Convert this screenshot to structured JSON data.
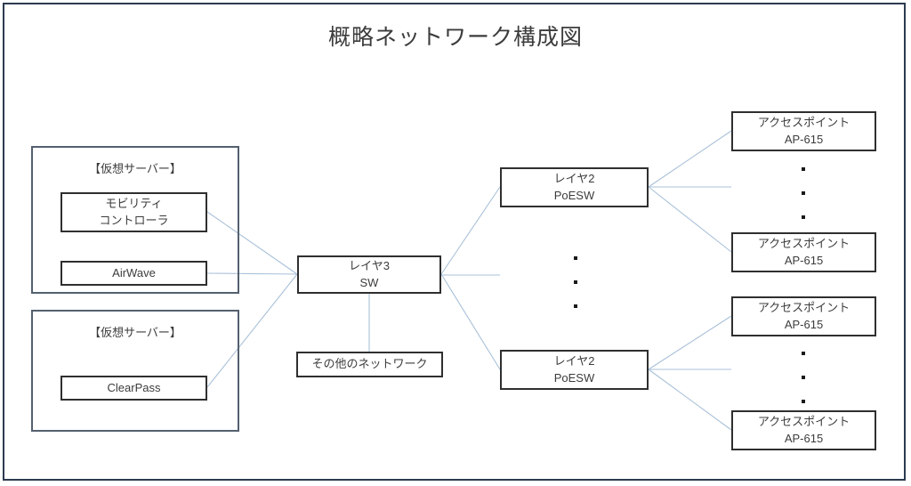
{
  "diagram": {
    "title": "概略ネットワーク構成図",
    "line_color": "#a9c1d8",
    "frame_color": "#2b3a4f",
    "group_border_color": "#53606f",
    "node_border_color": "#2f2f2f",
    "text_color": "#3c3c3c"
  },
  "groups": [
    {
      "label": "【仮想サーバー】"
    },
    {
      "label": "【仮想サーバー】"
    }
  ],
  "nodes": {
    "mobility_controller": {
      "line1": "モビリティ",
      "line2": "コントローラ"
    },
    "airwave": {
      "line1": "AirWave",
      "line2": ""
    },
    "clearpass": {
      "line1": "ClearPass",
      "line2": ""
    },
    "layer3_sw": {
      "line1": "レイヤ3",
      "line2": "SW"
    },
    "other_network": {
      "line1": "その他のネットワーク",
      "line2": ""
    },
    "layer2_poesw_top": {
      "line1": "レイヤ2",
      "line2": "PoESW"
    },
    "layer2_poesw_bottom": {
      "line1": "レイヤ2",
      "line2": "PoESW"
    },
    "ap_top_1": {
      "line1": "アクセスポイント",
      "line2": "AP-615"
    },
    "ap_top_2": {
      "line1": "アクセスポイント",
      "line2": "AP-615"
    },
    "ap_bottom_1": {
      "line1": "アクセスポイント",
      "line2": "AP-615"
    },
    "ap_bottom_2": {
      "line1": "アクセスポイント",
      "line2": "AP-615"
    }
  }
}
